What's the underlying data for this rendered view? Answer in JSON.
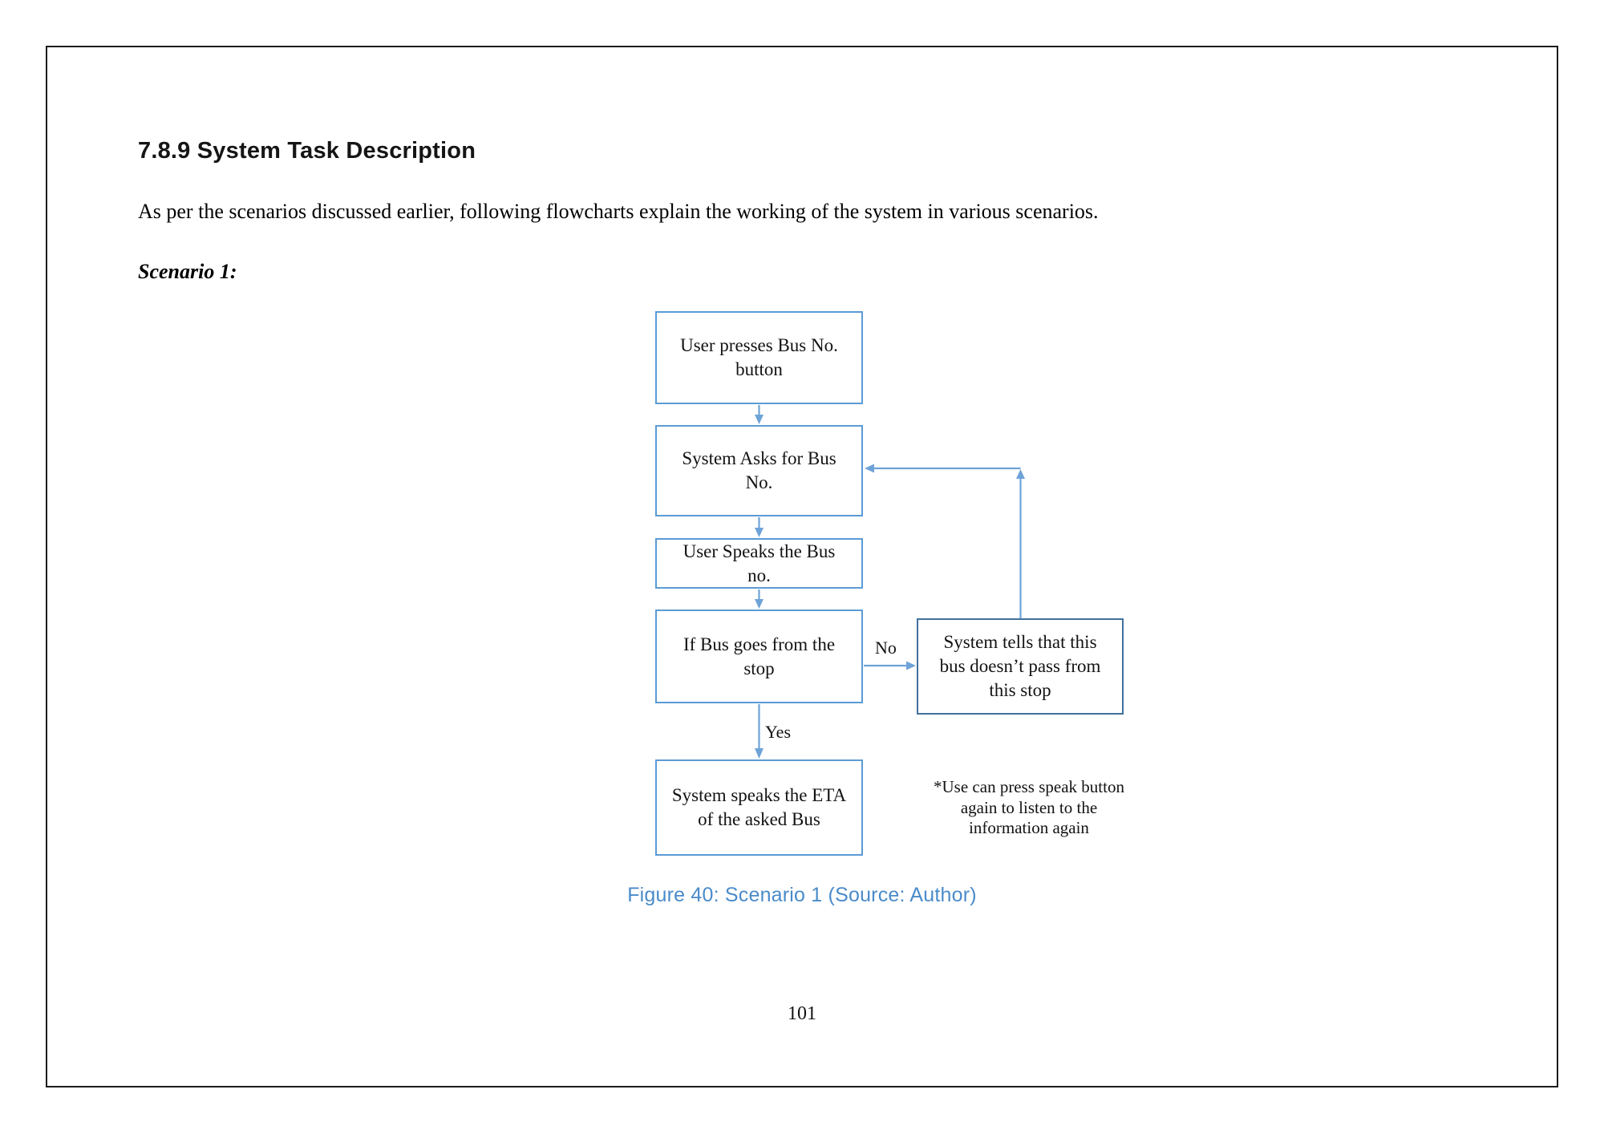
{
  "document": {
    "heading": "7.8.9 System Task Description",
    "intro": "As per the scenarios discussed earlier, following flowcharts explain the working of the system in various scenarios.",
    "scenario_label": "Scenario 1:",
    "page_number": "101"
  },
  "figure": {
    "caption": "Figure 40: Scenario 1 (Source: Author)",
    "note": "*Use can press speak button\nagain to listen to the\ninformation again"
  },
  "flowchart": {
    "type": "flowchart",
    "nodes": [
      {
        "id": "user-presses",
        "label": "User presses Bus No.\nbutton"
      },
      {
        "id": "system-asks",
        "label": "System Asks for Bus\nNo."
      },
      {
        "id": "user-speaks",
        "label": "User Speaks the Bus\nno."
      },
      {
        "id": "bus-goes-decision",
        "label": "If Bus goes from the\nstop"
      },
      {
        "id": "system-speaks-eta",
        "label": "System speaks the ETA\nof the asked Bus"
      },
      {
        "id": "system-tells-no-pass",
        "label": "System tells that this\nbus doesn’t pass from\nthis stop"
      }
    ],
    "edges": [
      {
        "from": "user-presses",
        "to": "system-asks",
        "label": ""
      },
      {
        "from": "system-asks",
        "to": "user-speaks",
        "label": ""
      },
      {
        "from": "user-speaks",
        "to": "bus-goes-decision",
        "label": ""
      },
      {
        "from": "bus-goes-decision",
        "to": "system-speaks-eta",
        "label": "Yes"
      },
      {
        "from": "bus-goes-decision",
        "to": "system-tells-no-pass",
        "label": "No"
      },
      {
        "from": "system-tells-no-pass",
        "to": "system-asks",
        "label": ""
      }
    ]
  },
  "colors": {
    "box_border": "#5b9bd5",
    "box_border_dark": "#41719c",
    "arrow": "#6ea3d8",
    "caption_text": "#4a8bc9"
  }
}
